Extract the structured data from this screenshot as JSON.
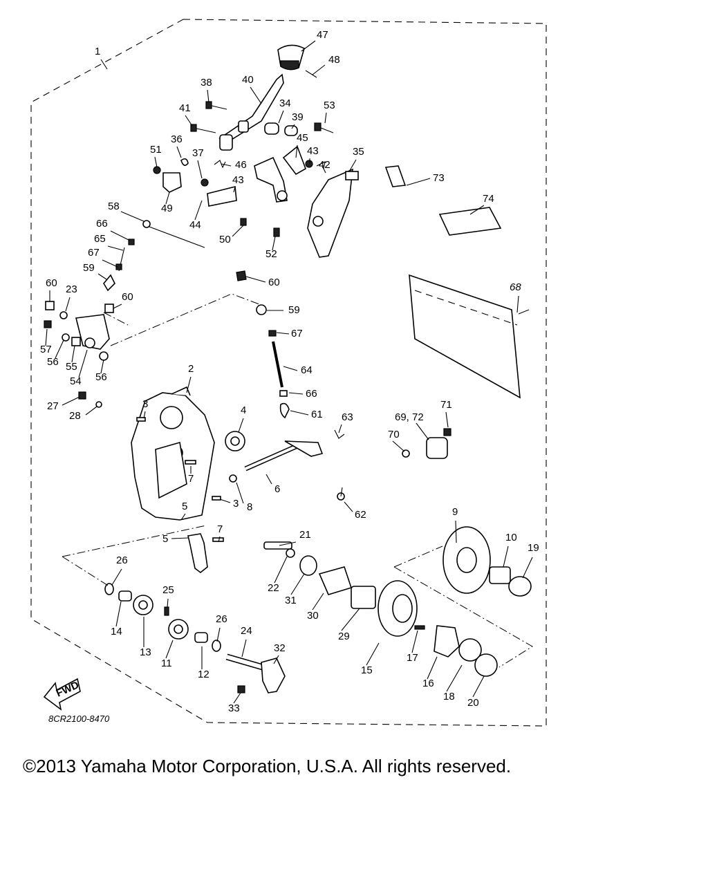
{
  "diagram": {
    "diagram_code": "8CR2100-8470",
    "fwd_label": "FWD",
    "callouts": [
      {
        "id": "c1",
        "label": "1"
      },
      {
        "id": "c2",
        "label": "2"
      },
      {
        "id": "c3a",
        "label": "3"
      },
      {
        "id": "c3b",
        "label": "3"
      },
      {
        "id": "c4",
        "label": "4"
      },
      {
        "id": "c5a",
        "label": "5"
      },
      {
        "id": "c5b",
        "label": "5"
      },
      {
        "id": "c6",
        "label": "6"
      },
      {
        "id": "c7a",
        "label": "7"
      },
      {
        "id": "c7b",
        "label": "7"
      },
      {
        "id": "c8",
        "label": "8"
      },
      {
        "id": "c9",
        "label": "9"
      },
      {
        "id": "c10",
        "label": "10"
      },
      {
        "id": "c11",
        "label": "11"
      },
      {
        "id": "c12",
        "label": "12"
      },
      {
        "id": "c13",
        "label": "13"
      },
      {
        "id": "c14",
        "label": "14"
      },
      {
        "id": "c15",
        "label": "15"
      },
      {
        "id": "c16",
        "label": "16"
      },
      {
        "id": "c17",
        "label": "17"
      },
      {
        "id": "c18",
        "label": "18"
      },
      {
        "id": "c19",
        "label": "19"
      },
      {
        "id": "c20",
        "label": "20"
      },
      {
        "id": "c21",
        "label": "21"
      },
      {
        "id": "c22",
        "label": "22"
      },
      {
        "id": "c23",
        "label": "23"
      },
      {
        "id": "c24",
        "label": "24"
      },
      {
        "id": "c25",
        "label": "25"
      },
      {
        "id": "c26a",
        "label": "26"
      },
      {
        "id": "c26b",
        "label": "26"
      },
      {
        "id": "c27",
        "label": "27"
      },
      {
        "id": "c28",
        "label": "28"
      },
      {
        "id": "c29",
        "label": "29"
      },
      {
        "id": "c30",
        "label": "30"
      },
      {
        "id": "c31",
        "label": "31"
      },
      {
        "id": "c32",
        "label": "32"
      },
      {
        "id": "c33",
        "label": "33"
      },
      {
        "id": "c34",
        "label": "34"
      },
      {
        "id": "c35",
        "label": "35"
      },
      {
        "id": "c36",
        "label": "36"
      },
      {
        "id": "c37",
        "label": "37"
      },
      {
        "id": "c38",
        "label": "38"
      },
      {
        "id": "c39",
        "label": "39"
      },
      {
        "id": "c40",
        "label": "40"
      },
      {
        "id": "c41",
        "label": "41"
      },
      {
        "id": "c42",
        "label": "42"
      },
      {
        "id": "c43a",
        "label": "43"
      },
      {
        "id": "c43b",
        "label": "43"
      },
      {
        "id": "c44",
        "label": "44"
      },
      {
        "id": "c45",
        "label": "45"
      },
      {
        "id": "c46",
        "label": "46"
      },
      {
        "id": "c47",
        "label": "47"
      },
      {
        "id": "c48",
        "label": "48"
      },
      {
        "id": "c49",
        "label": "49"
      },
      {
        "id": "c50",
        "label": "50"
      },
      {
        "id": "c51",
        "label": "51"
      },
      {
        "id": "c52",
        "label": "52"
      },
      {
        "id": "c53",
        "label": "53"
      },
      {
        "id": "c54",
        "label": "54"
      },
      {
        "id": "c55",
        "label": "55"
      },
      {
        "id": "c56a",
        "label": "56"
      },
      {
        "id": "c56b",
        "label": "56"
      },
      {
        "id": "c57",
        "label": "57"
      },
      {
        "id": "c58",
        "label": "58"
      },
      {
        "id": "c59a",
        "label": "59"
      },
      {
        "id": "c59b",
        "label": "59"
      },
      {
        "id": "c60a",
        "label": "60"
      },
      {
        "id": "c60b",
        "label": "60"
      },
      {
        "id": "c60c",
        "label": "60"
      },
      {
        "id": "c61",
        "label": "61"
      },
      {
        "id": "c62",
        "label": "62"
      },
      {
        "id": "c63",
        "label": "63"
      },
      {
        "id": "c64",
        "label": "64"
      },
      {
        "id": "c65",
        "label": "65"
      },
      {
        "id": "c66a",
        "label": "66"
      },
      {
        "id": "c66b",
        "label": "66"
      },
      {
        "id": "c67a",
        "label": "67"
      },
      {
        "id": "c67b",
        "label": "67"
      },
      {
        "id": "c68",
        "label": "68"
      },
      {
        "id": "c6972",
        "label": "69, 72"
      },
      {
        "id": "c70",
        "label": "70"
      },
      {
        "id": "c71",
        "label": "71"
      },
      {
        "id": "c73",
        "label": "73"
      },
      {
        "id": "c74",
        "label": "74"
      }
    ]
  },
  "copyright": "©2013 Yamaha Motor Corporation, U.S.A. All rights reserved."
}
